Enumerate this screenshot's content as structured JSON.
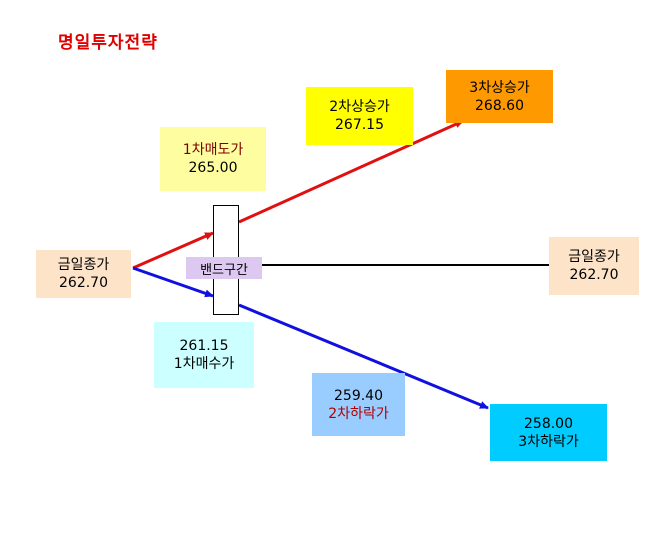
{
  "title": "명일투자전략",
  "current": {
    "label": "금일종가",
    "value": "262.70"
  },
  "current_right": {
    "label": "금일종가",
    "value": "262.70"
  },
  "band": {
    "label": "밴드구간"
  },
  "sell1": {
    "label": "1차매도가",
    "value": "265.00"
  },
  "rise2": {
    "label": "2차상승가",
    "value": "267.15"
  },
  "rise3": {
    "label": "3차상승가",
    "value": "268.60"
  },
  "buy1": {
    "label": "1차매수가",
    "value": "261.15"
  },
  "fall2": {
    "label": "2차하락가",
    "value": "259.40"
  },
  "fall3": {
    "label": "3차하락가",
    "value": "258.00"
  },
  "colors": {
    "title": "#e00000",
    "up_arrow": "#e01010",
    "down_arrow": "#1010e0",
    "current_box": "#fde3c8",
    "sell1_box": "#fefea0",
    "rise2_box": "#ffff00",
    "rise3_box": "#ff9900",
    "buy1_box": "#ccffff",
    "fall2_box": "#99ccff",
    "fall3_box": "#00ccff",
    "band_label": "#dcc8f0"
  }
}
